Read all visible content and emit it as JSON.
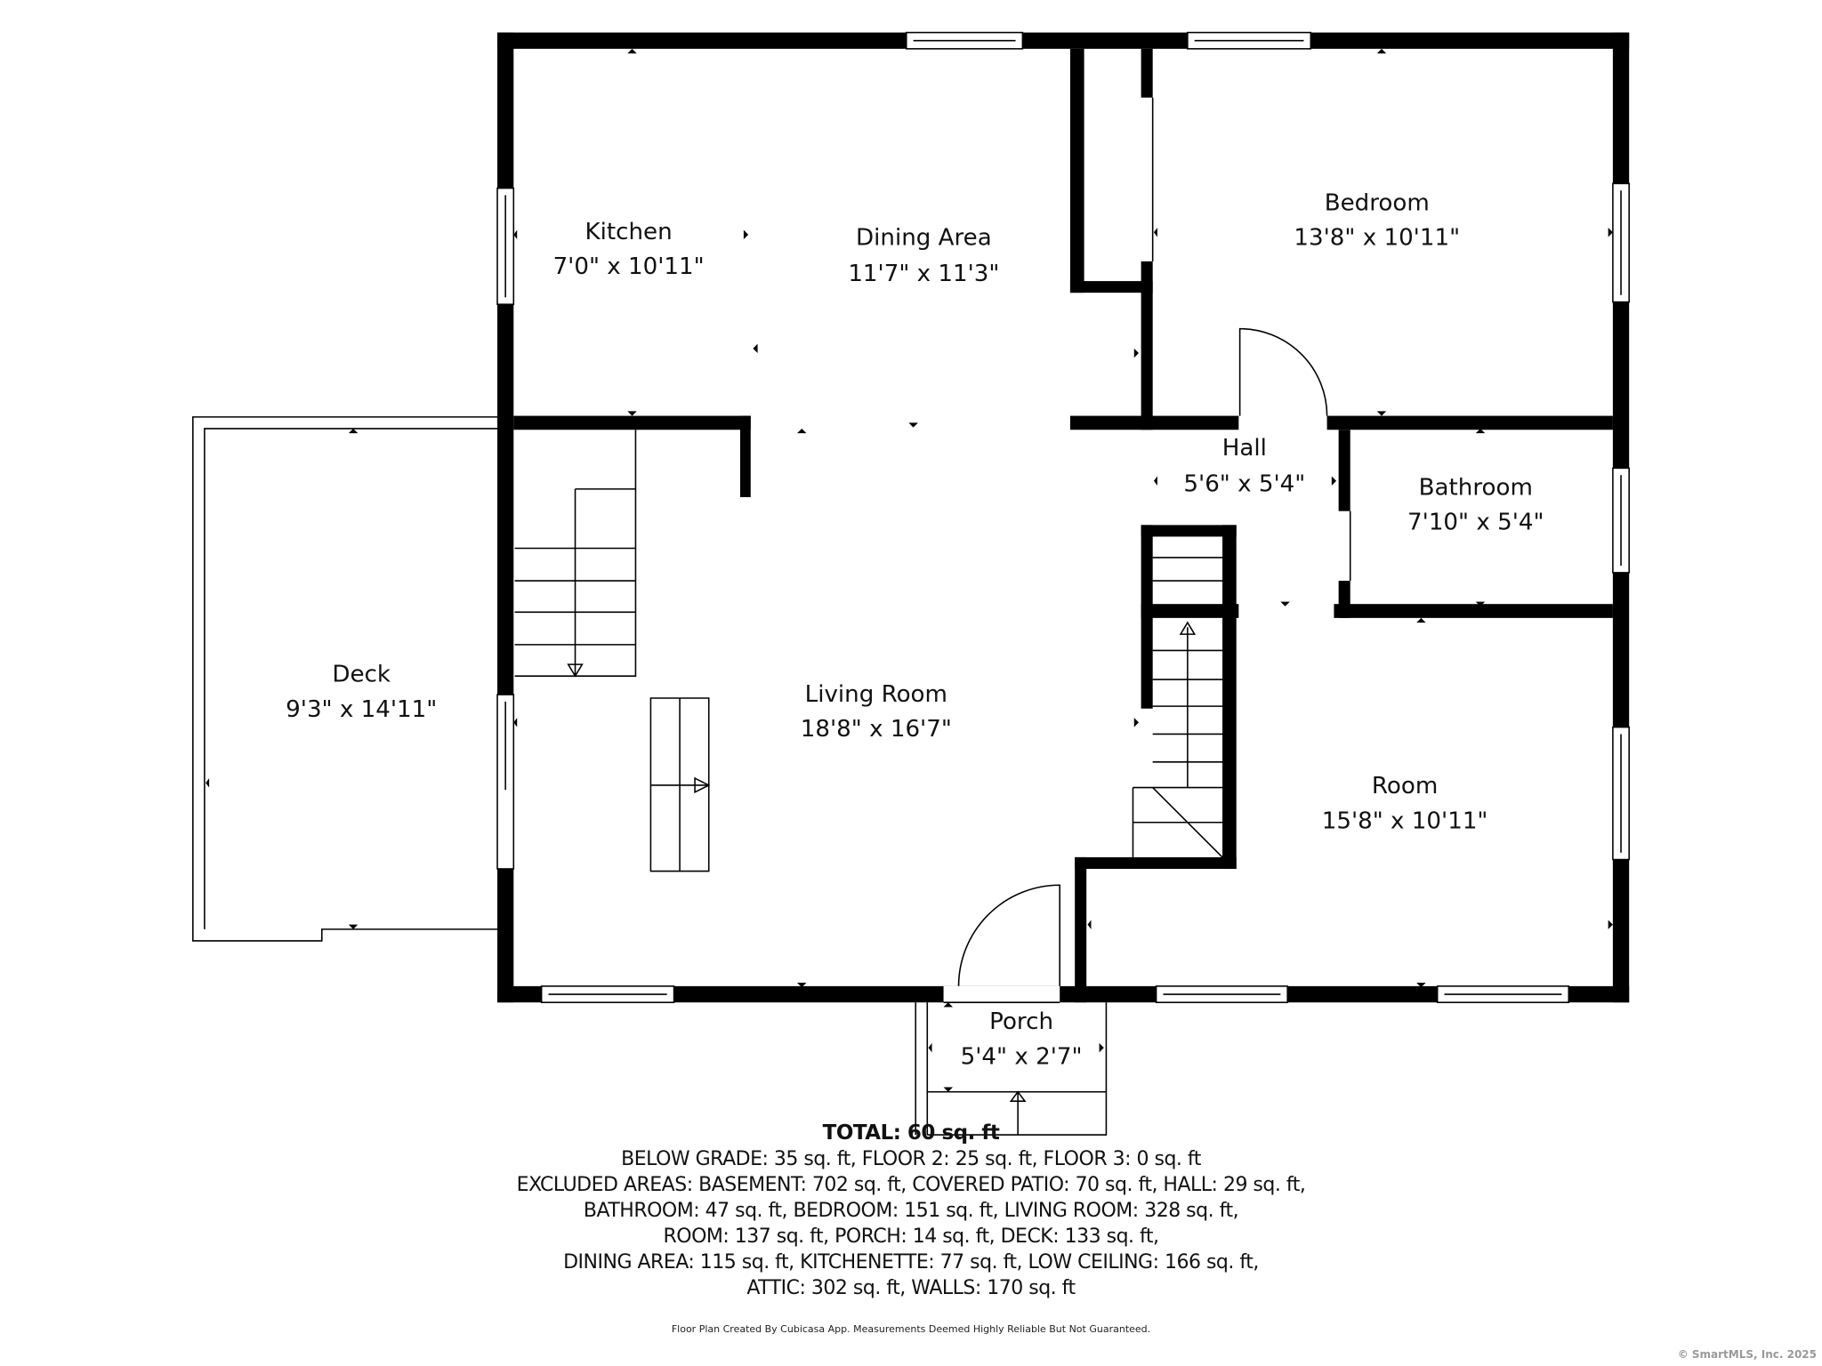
{
  "rooms": [
    {
      "name": "Kitchen",
      "dims": "7'0\" x 10'11\""
    },
    {
      "name": "Dining Area",
      "dims": "11'7\" x 11'3\""
    },
    {
      "name": "Bedroom",
      "dims": "13'8\" x 10'11\""
    },
    {
      "name": "Hall",
      "dims": "5'6\" x 5'4\""
    },
    {
      "name": "Bathroom",
      "dims": "7'10\" x 5'4\""
    },
    {
      "name": "Deck",
      "dims": "9'3\" x 14'11\""
    },
    {
      "name": "Living Room",
      "dims": "18'8\" x 16'7\""
    },
    {
      "name": "Room",
      "dims": "15'8\" x 10'11\""
    },
    {
      "name": "Porch",
      "dims": "5'4\" x 2'7\""
    }
  ],
  "summary": {
    "total": "TOTAL: 60 sq. ft",
    "lines": [
      "BELOW GRADE: 35 sq. ft, FLOOR 2: 25 sq. ft, FLOOR 3: 0 sq. ft",
      "EXCLUDED AREAS: BASEMENT: 702 sq. ft, COVERED PATIO: 70 sq. ft, HALL: 29 sq. ft,",
      "BATHROOM: 47 sq. ft, BEDROOM: 151 sq. ft, LIVING ROOM: 328 sq. ft,",
      "ROOM: 137 sq. ft, PORCH: 14 sq. ft, DECK: 133 sq. ft,",
      "DINING AREA: 115 sq. ft, KITCHENETTE: 77 sq. ft, LOW CEILING: 166 sq. ft,",
      "ATTIC: 302 sq. ft, WALLS: 170 sq. ft"
    ]
  },
  "credit": "Floor Plan Created By Cubicasa App. Measurements Deemed Highly Reliable But Not Guaranteed.",
  "copyright": "© SmartMLS, Inc.  2025"
}
